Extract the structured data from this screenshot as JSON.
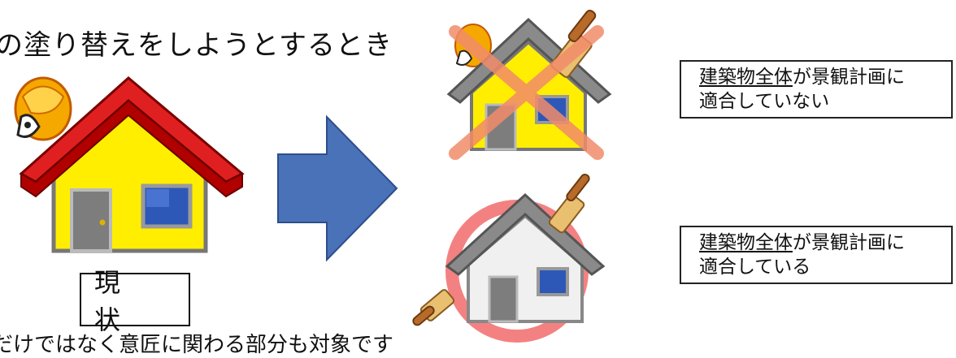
{
  "heading": "の塗り替えをしようとするとき",
  "current_label": "現 状",
  "footnote": "だけではなく意匠に関わる部分も対象です",
  "results": [
    {
      "underlined": "建築物全体",
      "rest": "が景観計画に",
      "line2": "適合していない",
      "verdict": "not-conforming"
    },
    {
      "underlined": "建築物全体",
      "rest": "が景観計画に",
      "line2": "適合している",
      "verdict": "conforming"
    }
  ],
  "colors": {
    "arrow": "#4A72B8",
    "roof_red": "#E02020",
    "wall_yellow": "#FFEE00",
    "gray_roof": "#8A8A8A",
    "cross": "#F28C6B",
    "circle": "#F26B6B"
  }
}
